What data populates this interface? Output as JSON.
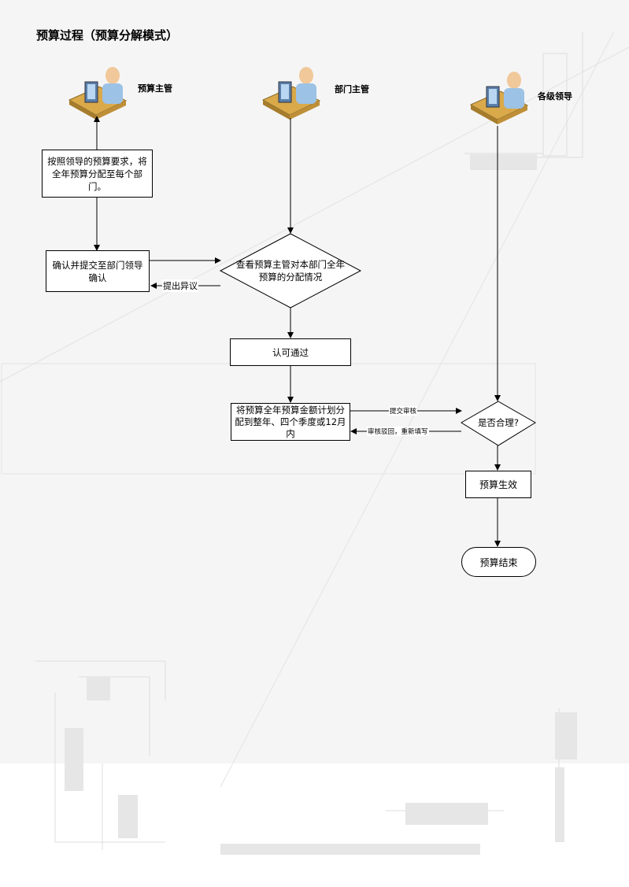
{
  "title": "预算过程（预算分解模式）",
  "roles": {
    "budget_manager": "预算主管",
    "dept_manager": "部门主管",
    "leaders": "各级领导"
  },
  "nodes": {
    "allocate": "按照领导的预算要求，将全年预算分配至每个部门。",
    "confirm_submit": "确认并提交至部门领导确认",
    "review_allocation": "查看预算主管对本部门全年预算的分配情况",
    "approve": "认可通过",
    "plan_allocate": "将预算全年预算金额计划分配到整年、四个季度或12月内",
    "reasonable": "是否合理?",
    "effective": "预算生效",
    "end": "预算结束"
  },
  "edges": {
    "objection": "提出异议",
    "submit_review": "提交审核",
    "return_refill": "审核驳回，重新填写"
  }
}
